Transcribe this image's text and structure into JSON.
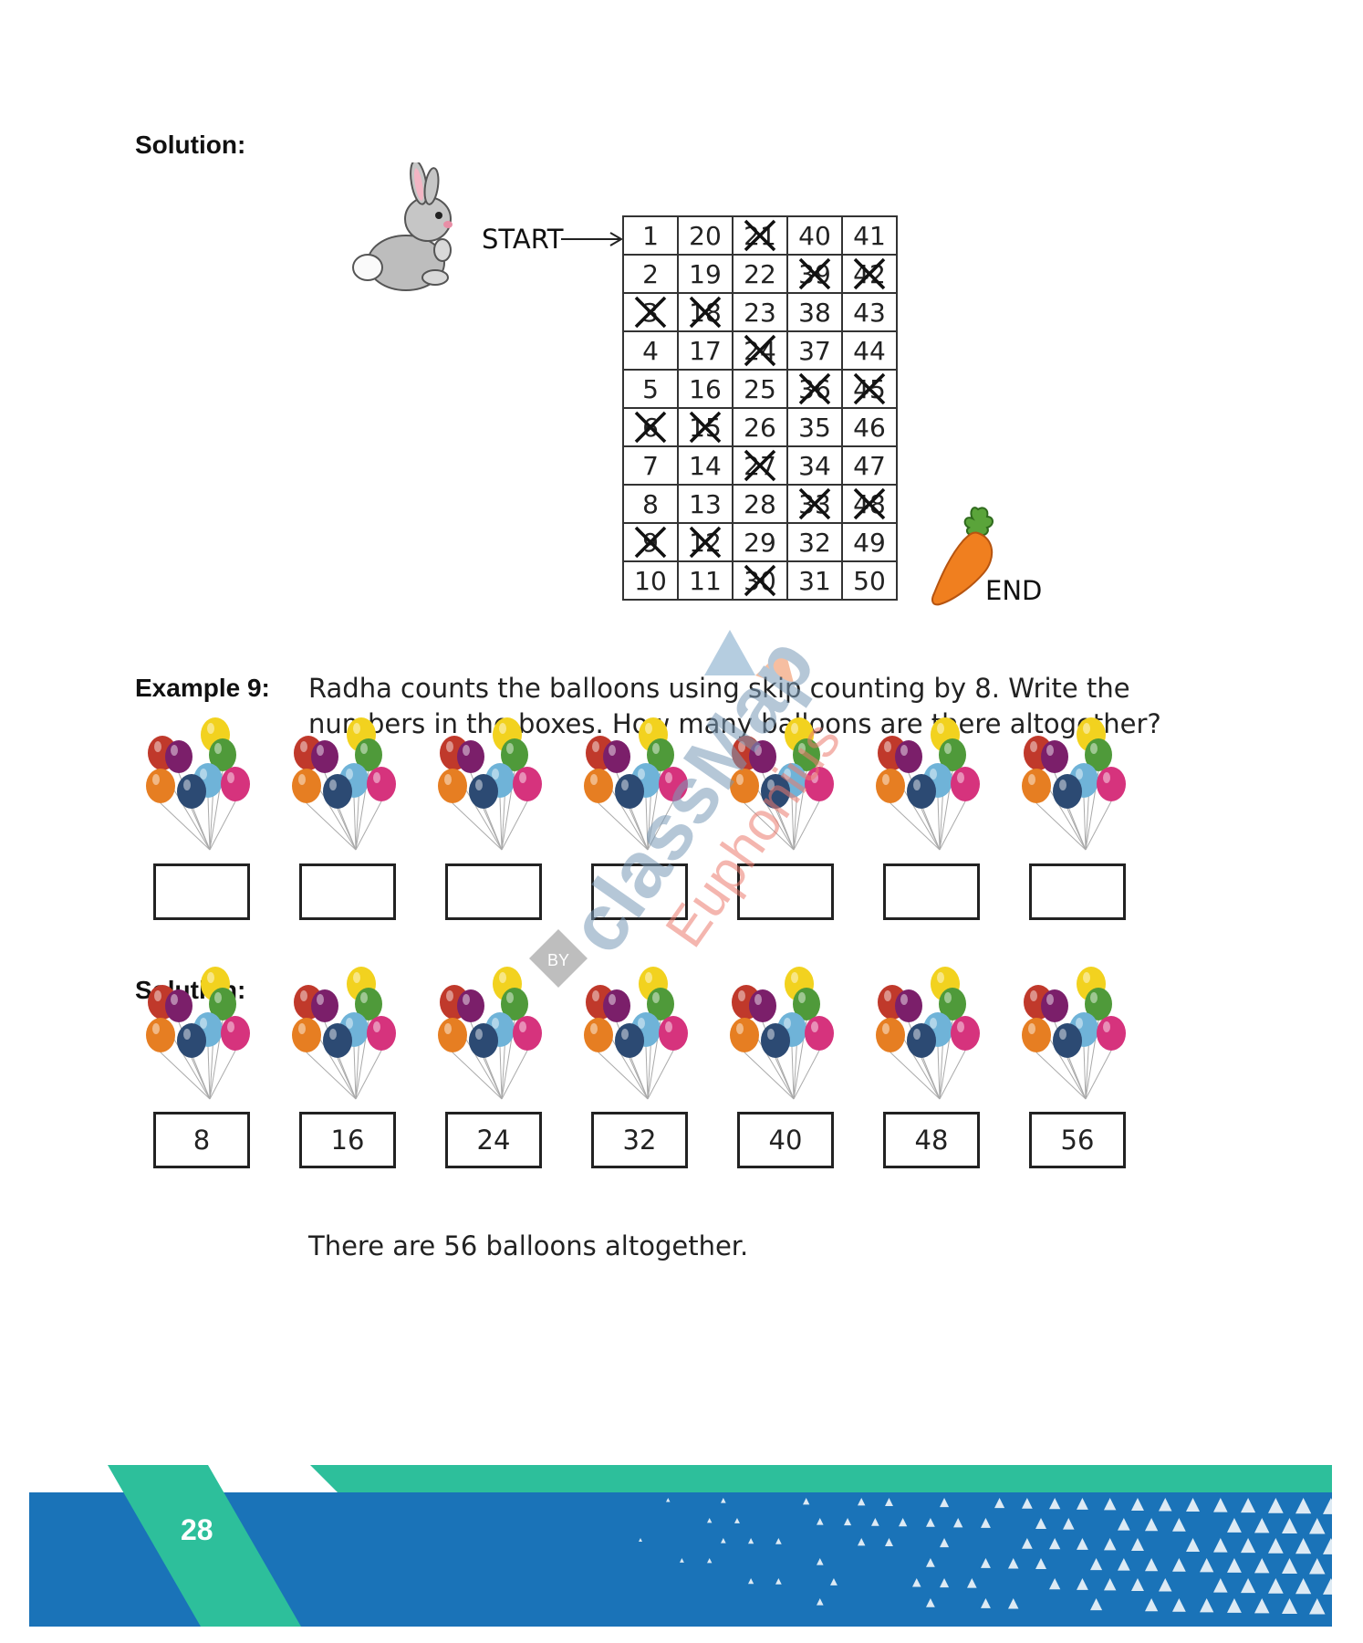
{
  "solution1": {
    "label": "Solution:"
  },
  "maze": {
    "start_label": "START",
    "end_label": "END",
    "rows": [
      [
        {
          "n": "1",
          "x": false
        },
        {
          "n": "20",
          "x": false
        },
        {
          "n": "21",
          "x": true
        },
        {
          "n": "40",
          "x": false
        },
        {
          "n": "41",
          "x": false
        }
      ],
      [
        {
          "n": "2",
          "x": false
        },
        {
          "n": "19",
          "x": false
        },
        {
          "n": "22",
          "x": false
        },
        {
          "n": "39",
          "x": true
        },
        {
          "n": "42",
          "x": true
        }
      ],
      [
        {
          "n": "3",
          "x": true
        },
        {
          "n": "18",
          "x": true
        },
        {
          "n": "23",
          "x": false
        },
        {
          "n": "38",
          "x": false
        },
        {
          "n": "43",
          "x": false
        }
      ],
      [
        {
          "n": "4",
          "x": false
        },
        {
          "n": "17",
          "x": false
        },
        {
          "n": "24",
          "x": true
        },
        {
          "n": "37",
          "x": false
        },
        {
          "n": "44",
          "x": false
        }
      ],
      [
        {
          "n": "5",
          "x": false
        },
        {
          "n": "16",
          "x": false
        },
        {
          "n": "25",
          "x": false
        },
        {
          "n": "36",
          "x": true
        },
        {
          "n": "45",
          "x": true
        }
      ],
      [
        {
          "n": "6",
          "x": true
        },
        {
          "n": "15",
          "x": true
        },
        {
          "n": "26",
          "x": false
        },
        {
          "n": "35",
          "x": false
        },
        {
          "n": "46",
          "x": false
        }
      ],
      [
        {
          "n": "7",
          "x": false
        },
        {
          "n": "14",
          "x": false
        },
        {
          "n": "27",
          "x": true
        },
        {
          "n": "34",
          "x": false
        },
        {
          "n": "47",
          "x": false
        }
      ],
      [
        {
          "n": "8",
          "x": false
        },
        {
          "n": "13",
          "x": false
        },
        {
          "n": "28",
          "x": false
        },
        {
          "n": "33",
          "x": true
        },
        {
          "n": "48",
          "x": true
        }
      ],
      [
        {
          "n": "9",
          "x": true
        },
        {
          "n": "12",
          "x": true
        },
        {
          "n": "29",
          "x": false
        },
        {
          "n": "32",
          "x": false
        },
        {
          "n": "49",
          "x": false
        }
      ],
      [
        {
          "n": "10",
          "x": false
        },
        {
          "n": "11",
          "x": false
        },
        {
          "n": "30",
          "x": true
        },
        {
          "n": "31",
          "x": false
        },
        {
          "n": "50",
          "x": false
        }
      ]
    ]
  },
  "example9": {
    "label": "Example 9:",
    "line1": "Radha counts the balloons using skip counting by 8. Write the",
    "line2": "numbers in the boxes. How many balloons are there altogether?"
  },
  "solution2": {
    "label": "Solution:",
    "answers": [
      "8",
      "16",
      "24",
      "32",
      "40",
      "48",
      "56"
    ],
    "summary": "There are 56 balloons altogether."
  },
  "balloon_colors": [
    "#c0392b",
    "#7b1f6a",
    "#f2d21f",
    "#4f9a3a",
    "#e67e22",
    "#2c4a73",
    "#6fb3d8",
    "#d6337d"
  ],
  "footer": {
    "page_number": "28",
    "colors": {
      "blue": "#1a73b8",
      "teal": "#2dbf9b"
    }
  },
  "watermark": {
    "brand1": "classMap",
    "brand2": "Euphonius",
    "by": "BY"
  }
}
